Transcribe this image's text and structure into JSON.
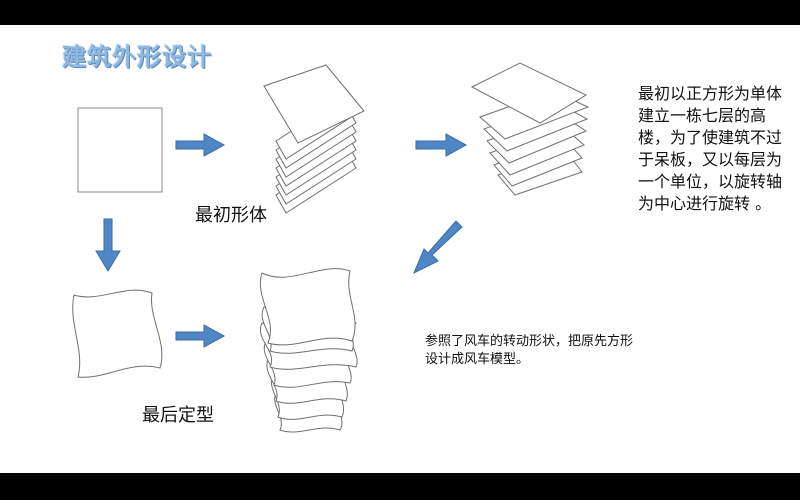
{
  "slide": {
    "title": "建筑外形设计",
    "label_initial": "最初形体",
    "label_final": "最后定型",
    "description": "最初以正方形为单体建立一栋七层的高楼，为了使建筑不过于呆板，又以每层为一个单位，以旋转轴为中心进行旋转 。",
    "note": "参照了风车的转动形状，把原先方形设计成风车模型。"
  },
  "colors": {
    "background": "#ffffff",
    "arrow": "#4f86c6",
    "arrow_edge": "#3a6ea5",
    "title": "#8fb8e0",
    "outline": "#8a8a8a"
  }
}
